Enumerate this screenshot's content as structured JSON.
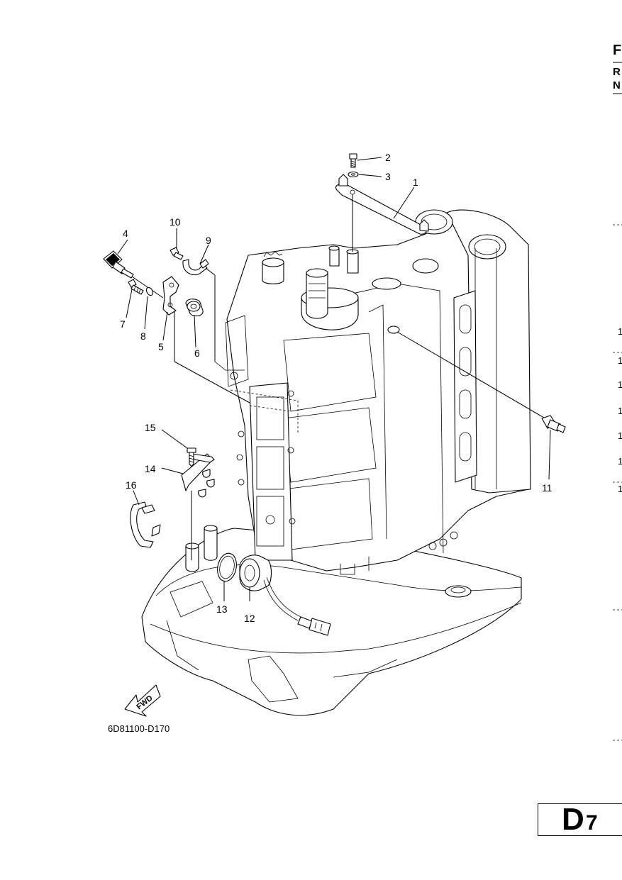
{
  "header": {
    "title_fragment": "F",
    "line1_fragment": "R",
    "line2_fragment": "N"
  },
  "callouts": [
    {
      "id": "1",
      "label": "1"
    },
    {
      "id": "2",
      "label": "2"
    },
    {
      "id": "3",
      "label": "3"
    },
    {
      "id": "4",
      "label": "4"
    },
    {
      "id": "5",
      "label": "5"
    },
    {
      "id": "6",
      "label": "6"
    },
    {
      "id": "7",
      "label": "7"
    },
    {
      "id": "8",
      "label": "8"
    },
    {
      "id": "9",
      "label": "9"
    },
    {
      "id": "10",
      "label": "10"
    },
    {
      "id": "11",
      "label": "11"
    },
    {
      "id": "12",
      "label": "12"
    },
    {
      "id": "13",
      "label": "13"
    },
    {
      "id": "14",
      "label": "14"
    },
    {
      "id": "15",
      "label": "15"
    },
    {
      "id": "16",
      "label": "16"
    }
  ],
  "fwd_label": "FWD",
  "diagram_code": "6D81100-D170",
  "page_tag": {
    "letter": "D",
    "number": "7"
  },
  "right_edge_fragments": [
    "1",
    "1",
    "1",
    "1",
    "1",
    "1",
    "1"
  ]
}
